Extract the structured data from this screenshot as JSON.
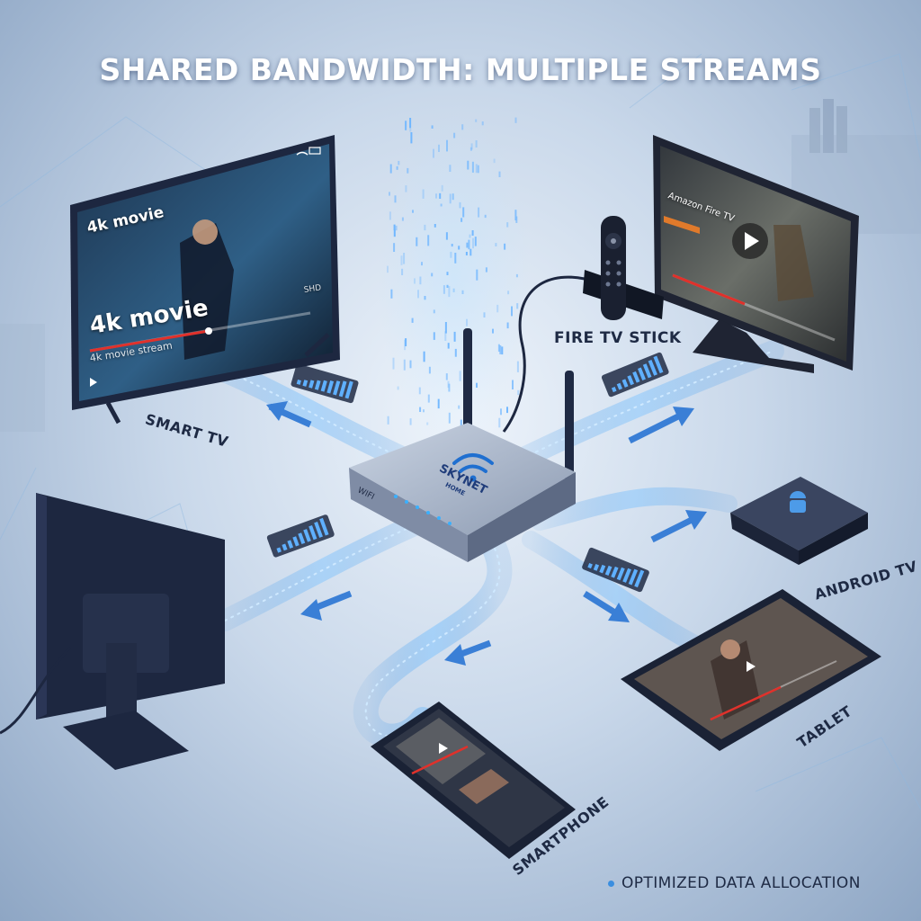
{
  "title": "SHARED BANDWIDTH: MULTIPLE STREAMS",
  "router": {
    "brand_line1": "SKYNET",
    "brand_line2": "HOME",
    "port_label": "WIFI"
  },
  "devices": {
    "smart_tv": {
      "label": "SMART TV",
      "screen_top": "4k movie",
      "screen_big": "4k movie",
      "screen_sub": "4k movie stream",
      "badge": "SHD"
    },
    "fire_tv": {
      "label": "FIRE TV STICK",
      "screen_title": "Amazon Fire TV"
    },
    "android_tv": {
      "label": "ANDROID TV"
    },
    "tablet": {
      "label": "TABLET"
    },
    "smartphone": {
      "label": "SMARTPHONE"
    },
    "monitor": {}
  },
  "footer": "OPTIMIZED DATA ALLOCATION",
  "colors": {
    "accent": "#3a8ee0",
    "glow": "#7fc4ff",
    "device": "#2a3550",
    "progress": "#e0312b"
  }
}
